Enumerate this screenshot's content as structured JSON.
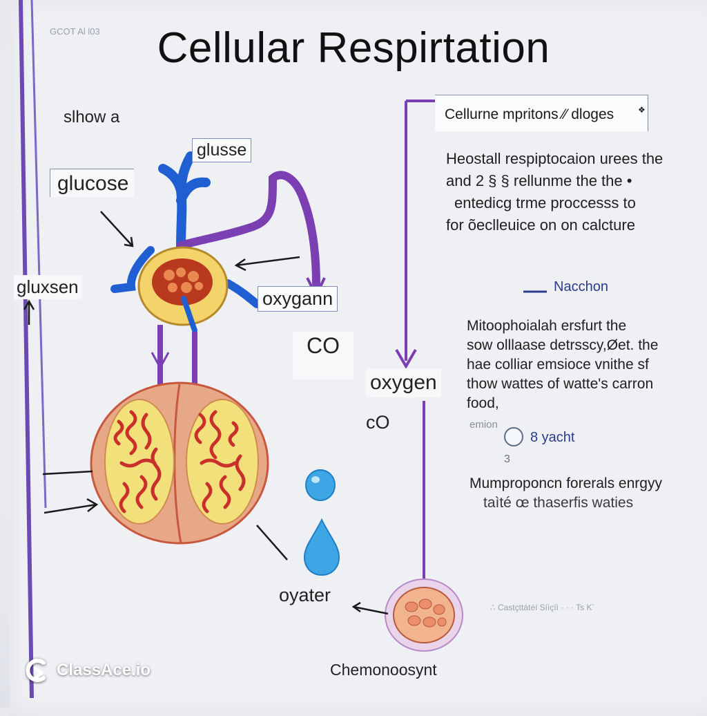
{
  "title": "Cellular Respirtation",
  "top_left_faint": "GCOT Al l03",
  "show_label": "slhow a",
  "labels": {
    "glucose": "glucose",
    "glusse": "glusse",
    "gluxsen": "gluxsen",
    "oxygann": "oxygann",
    "co_upper": "CO",
    "oxygen": "oxygen",
    "co_lower": "cO",
    "oyater": "oyater",
    "chemono": "Chemonoosynt"
  },
  "right_panel": {
    "header": "Cellurne mpritons ⁄⁄ dloges",
    "header_mark": "❖",
    "paragraph1": [
      "Heostall respiptocaion urees the",
      "and 2 § § rellunme the the •",
      "entedicg trme proccesss to",
      "for õeclleuice on on calcture"
    ],
    "nacchon": "Nacchon",
    "paragraph2": [
      "Mitoophoialah ersfurt the",
      "sow olllaase detrsscy,Øet. the",
      "hae colliar emsioce vnithe sf",
      "thow wattes of watte's carron",
      "food,"
    ],
    "emion": "emion",
    "yacht": "8 yacht",
    "three": "3",
    "paragraph3": [
      "Mumproponcn forerals enrgyy",
      "taìté œ thaserfis waties"
    ],
    "bottom_faint": "∴ Castçttátéí Síìçíì · · ·  Ts K´"
  },
  "brand": "ClassAce.io",
  "colors": {
    "purple": "#7b3fb3",
    "blue": "#1f5fd1",
    "navy": "#2b3a8c",
    "cell_yellow": "#f4d36b",
    "mito_fill": "#e8a68a",
    "mito_inner": "#f2e07a",
    "crista": "#c9302c",
    "water": "#3fa6e6"
  }
}
